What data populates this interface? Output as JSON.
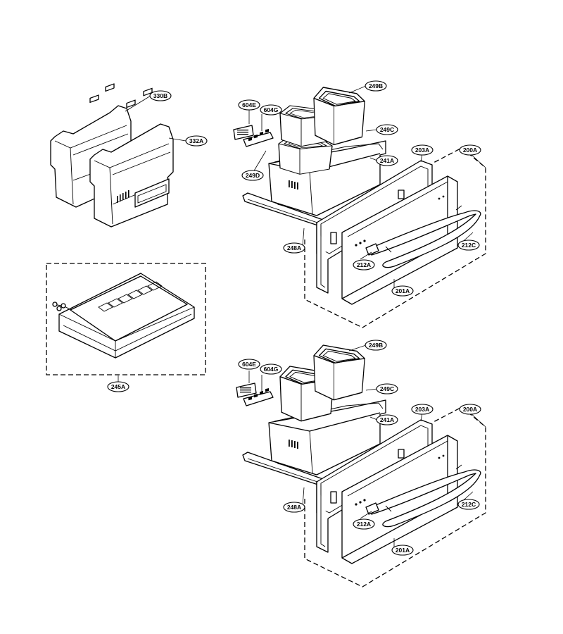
{
  "callouts": {
    "c330B": "330B",
    "c332A": "332A",
    "c245A": "245A",
    "top": {
      "c604E": "604E",
      "c604G": "604G",
      "c249D": "249D",
      "c249B": "249B",
      "c249C": "249C",
      "c241A": "241A",
      "c203A": "203A",
      "c200A": "200A",
      "c248A": "248A",
      "c212C": "212C",
      "c212A": "212A",
      "c201A": "201A"
    },
    "bottom": {
      "c604E": "604E",
      "c604G": "604G",
      "c249B": "249B",
      "c249C": "249C",
      "c241A": "241A",
      "c203A": "203A",
      "c200A": "200A",
      "c248A": "248A",
      "c212C": "212C",
      "c212A": "212A",
      "c201A": "201A"
    }
  },
  "colors": {
    "line": "#000000",
    "background": "#ffffff"
  }
}
